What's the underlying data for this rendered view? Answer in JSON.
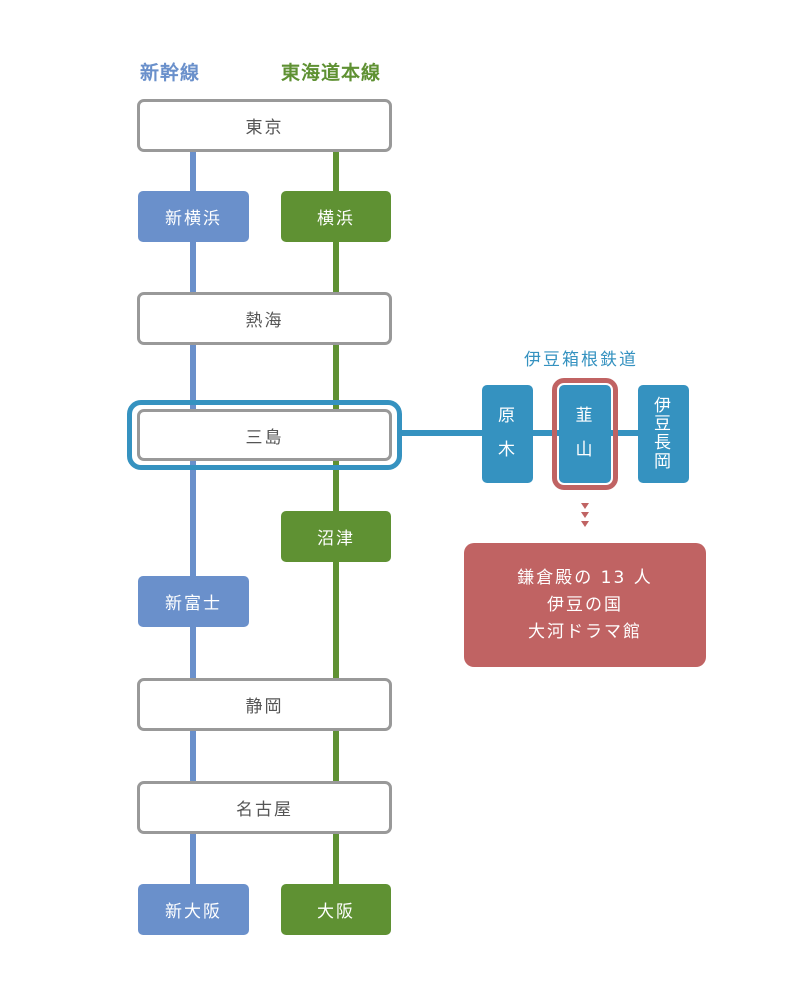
{
  "lines": {
    "shinkansen": {
      "title": "新幹線",
      "color": "#6a90cb"
    },
    "tokaido": {
      "title": "東海道本線",
      "color": "#5f9133"
    },
    "izuhakone": {
      "title": "伊豆箱根鉄道",
      "color": "#3592c0"
    }
  },
  "shared_stations": [
    "東京",
    "熱海",
    "三島",
    "静岡",
    "名古屋"
  ],
  "shinkansen_stations": [
    "新横浜",
    "新富士",
    "新大阪"
  ],
  "tokaido_stations": [
    "横浜",
    "沼津",
    "大阪"
  ],
  "izuhakone_stations": [
    {
      "chars": [
        "原",
        "木"
      ]
    },
    {
      "chars": [
        "韮",
        "山"
      ],
      "highlighted": true
    },
    {
      "chars": [
        "伊",
        "豆",
        "長",
        "岡"
      ]
    }
  ],
  "highlighted_station": "三島",
  "destination": {
    "lines": [
      "鎌倉殿の 13 人",
      "伊豆の国",
      "大河ドラマ館"
    ],
    "color": "#c06363"
  }
}
